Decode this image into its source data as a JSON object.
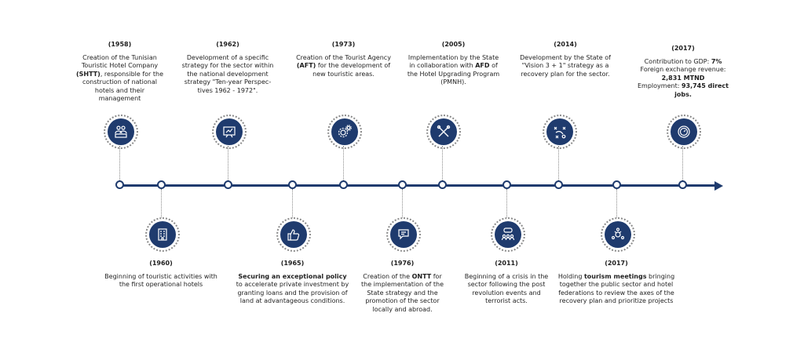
{
  "events": {
    "e1958": {
      "year": "(1958)",
      "t1": "Creation of the Tunisian Touristic Hotel Company",
      "b1": "(SHTT)",
      "t2": ", responsible for the construction of national hotels and their management",
      "icon": "hotel-staff-icon"
    },
    "e1960": {
      "year": "(1960)",
      "t1": "Beginning of touristic activities with the first operational hotels",
      "icon": "building-icon"
    },
    "e1962": {
      "year": "(1962)",
      "t1": "Development of a specific strategy for the sector within the national development strategy \"Ten-year Perspec- tives 1962 - 1972\".",
      "icon": "strategy-board-icon"
    },
    "e1965": {
      "year": "(1965)",
      "b1": "Securing an exceptional policy",
      "t1": " to accelerate private investment by granting loans and the provision of land at advantageous conditions.",
      "icon": "thumbs-up-icon"
    },
    "e1973": {
      "year": "(1973)",
      "t1": "Creation of the Tourist Agency ",
      "b1": "(AFT)",
      "t2": " for the development of new touristic areas.",
      "icon": "gears-icon"
    },
    "e1976": {
      "year": "(1976)",
      "t1": "Creation of the ",
      "b1": "ONTT",
      "t2": " for the implementation of the State strategy and the promotion of the sector locally and abroad.",
      "icon": "speech-hand-icon"
    },
    "e2005": {
      "year": "(2005)",
      "t1": "Implementation by the State in collaboration with ",
      "b1": "AFD",
      "t2": " of the Hotel Upgrading Program (PMNH).",
      "icon": "tools-icon"
    },
    "e2011": {
      "year": "(2011)",
      "t1": "Beginning of a crisis in the sector following the post revolution events and terrorist acts.",
      "icon": "people-chat-icon"
    },
    "e2014": {
      "year": "(2014)",
      "t1": "Development by the State of \"Vision 3 + 1\" strategy as a recovery plan for the sector.",
      "icon": "game-plan-icon"
    },
    "e2017b": {
      "year": "(2017)",
      "t1": "Holding ",
      "b1": "tourism meetings",
      "t2": " bringing together the public sector and hotel federations to review the axes of the recovery plan and prioritize projects",
      "icon": "meeting-icon"
    },
    "e2017a": {
      "year": "(2017)",
      "l1a": "Contribution to GDP: ",
      "l1b": "7%",
      "l2": "Foreign exchange revenue:",
      "l3": "2,831 MTND",
      "l4a": "Employment: ",
      "l4b": "93,745 direct jobs.",
      "icon": "gauge-icon"
    }
  },
  "colors": {
    "accent": "#1f3b6e",
    "connector": "#8a8a8a"
  }
}
